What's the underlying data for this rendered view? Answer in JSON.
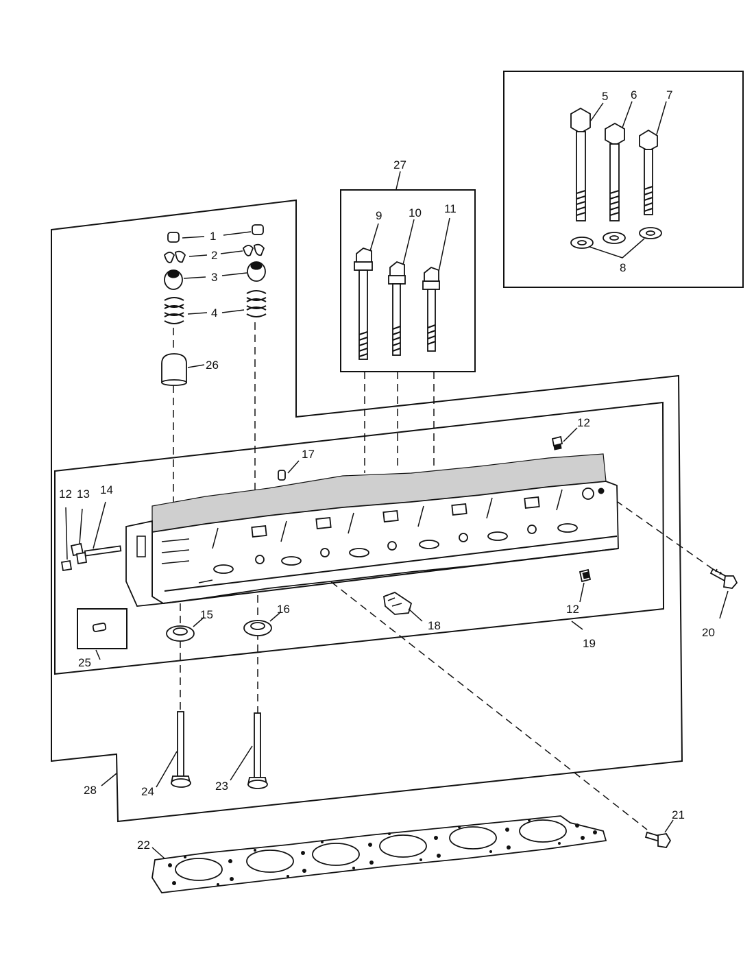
{
  "labels": {
    "l1": "1",
    "l2": "2",
    "l3": "3",
    "l4": "4",
    "l5": "5",
    "l6": "6",
    "l7": "7",
    "l8": "8",
    "l9": "9",
    "l10": "10",
    "l11": "11",
    "l12a": "12",
    "l12b": "12",
    "l12c": "12",
    "l13": "13",
    "l14": "14",
    "l15": "15",
    "l16": "16",
    "l17": "17",
    "l18": "18",
    "l19": "19",
    "l20": "20",
    "l21": "21",
    "l22": "22",
    "l23": "23",
    "l24": "24",
    "l25": "25",
    "l26": "26",
    "l27": "27",
    "l28": "28"
  }
}
